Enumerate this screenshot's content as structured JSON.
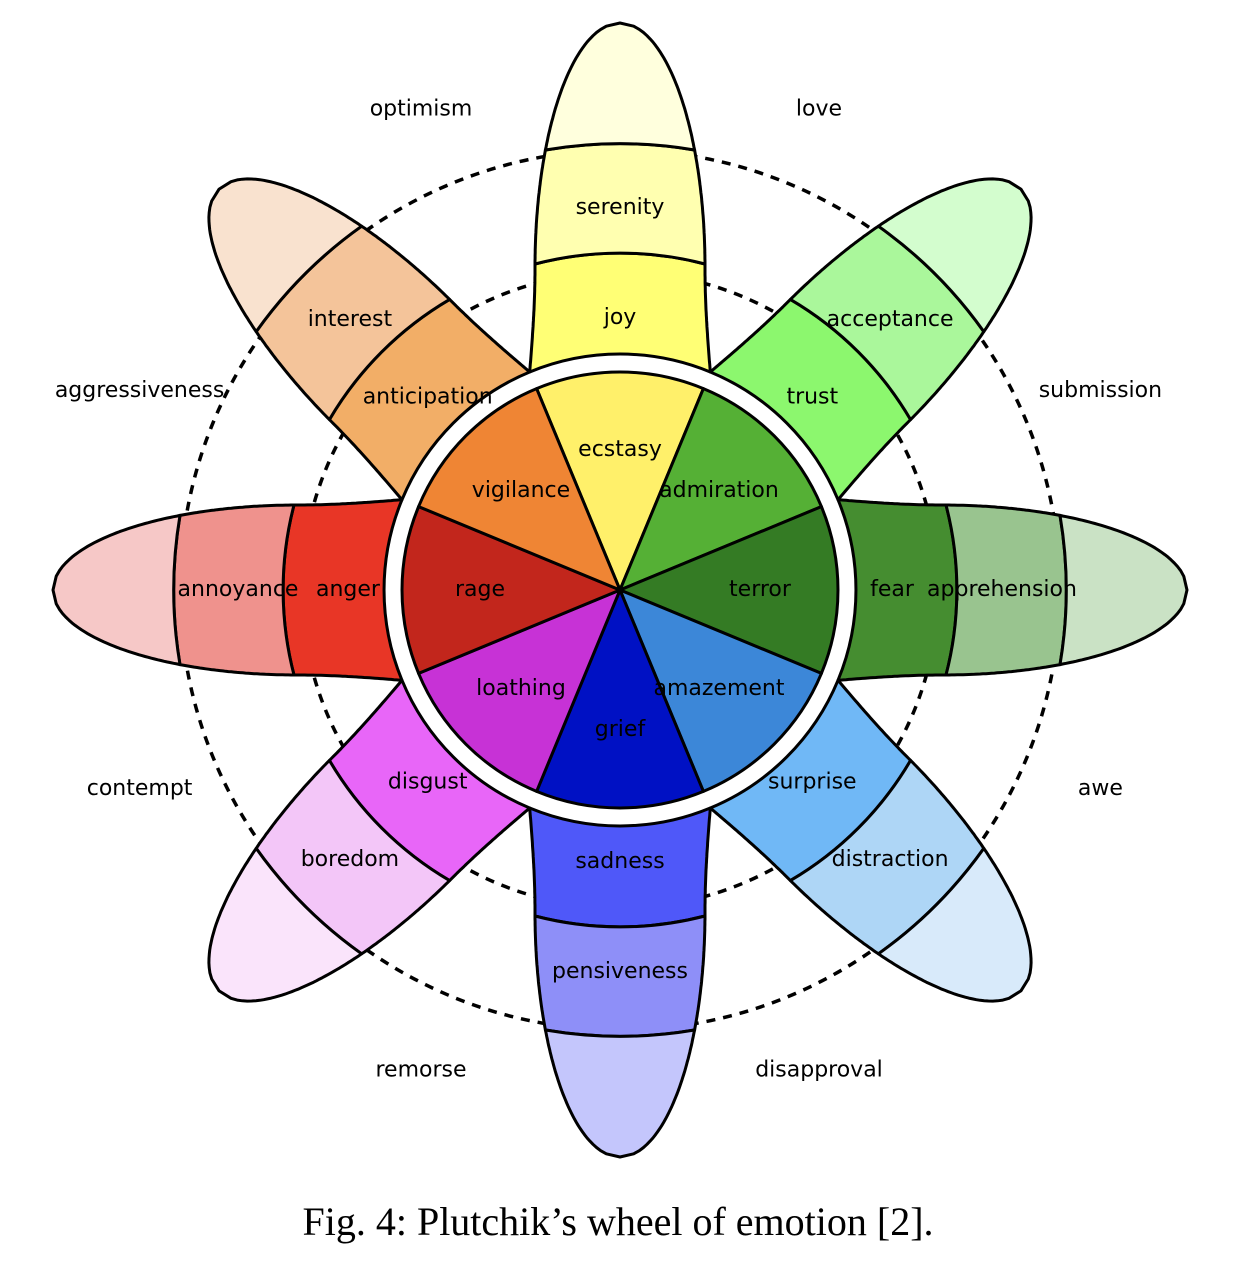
{
  "petals": [
    {
      "key": "joy",
      "colors": [
        "#fff06a",
        "#ffff75",
        "#ffffb0",
        "#ffffdd"
      ],
      "labels": [
        "ecstasy",
        "joy",
        "serenity"
      ]
    },
    {
      "key": "trust",
      "colors": [
        "#55b035",
        "#8cf76e",
        "#aaf79b",
        "#d3fdce"
      ],
      "labels": [
        "admiration",
        "trust",
        "acceptance"
      ]
    },
    {
      "key": "fear",
      "colors": [
        "#347b24",
        "#458d30",
        "#99c48f",
        "#cae2c5"
      ],
      "labels": [
        "terror",
        "fear",
        "apprehension"
      ]
    },
    {
      "key": "surprise",
      "colors": [
        "#3c87d8",
        "#70b8f6",
        "#aed6f6",
        "#d8eafa"
      ],
      "labels": [
        "amazement",
        "surprise",
        "distraction"
      ]
    },
    {
      "key": "sadness",
      "colors": [
        "#0011c4",
        "#4f58f9",
        "#8e8ff8",
        "#c4c6fc"
      ],
      "labels": [
        "grief",
        "sadness",
        "pensiveness"
      ]
    },
    {
      "key": "disgust",
      "colors": [
        "#c732d6",
        "#e866f8",
        "#f3c6f8",
        "#fae4fb"
      ],
      "labels": [
        "loathing",
        "disgust",
        "boredom"
      ]
    },
    {
      "key": "anger",
      "colors": [
        "#c2261c",
        "#e83626",
        "#ef928d",
        "#f6c8c7"
      ],
      "labels": [
        "rage",
        "anger",
        "annoyance"
      ]
    },
    {
      "key": "anticipation",
      "colors": [
        "#ef8534",
        "#f2ae67",
        "#f4c49a",
        "#f9e2cf"
      ],
      "labels": [
        "vigilance",
        "anticipation",
        "interest"
      ]
    }
  ],
  "dyads": [
    "love",
    "submission",
    "awe",
    "disapproval",
    "remorse",
    "contempt",
    "aggressiveness",
    "optimism"
  ],
  "caption": "Fig. 4: Plutchik’s wheel of emotion [2]."
}
